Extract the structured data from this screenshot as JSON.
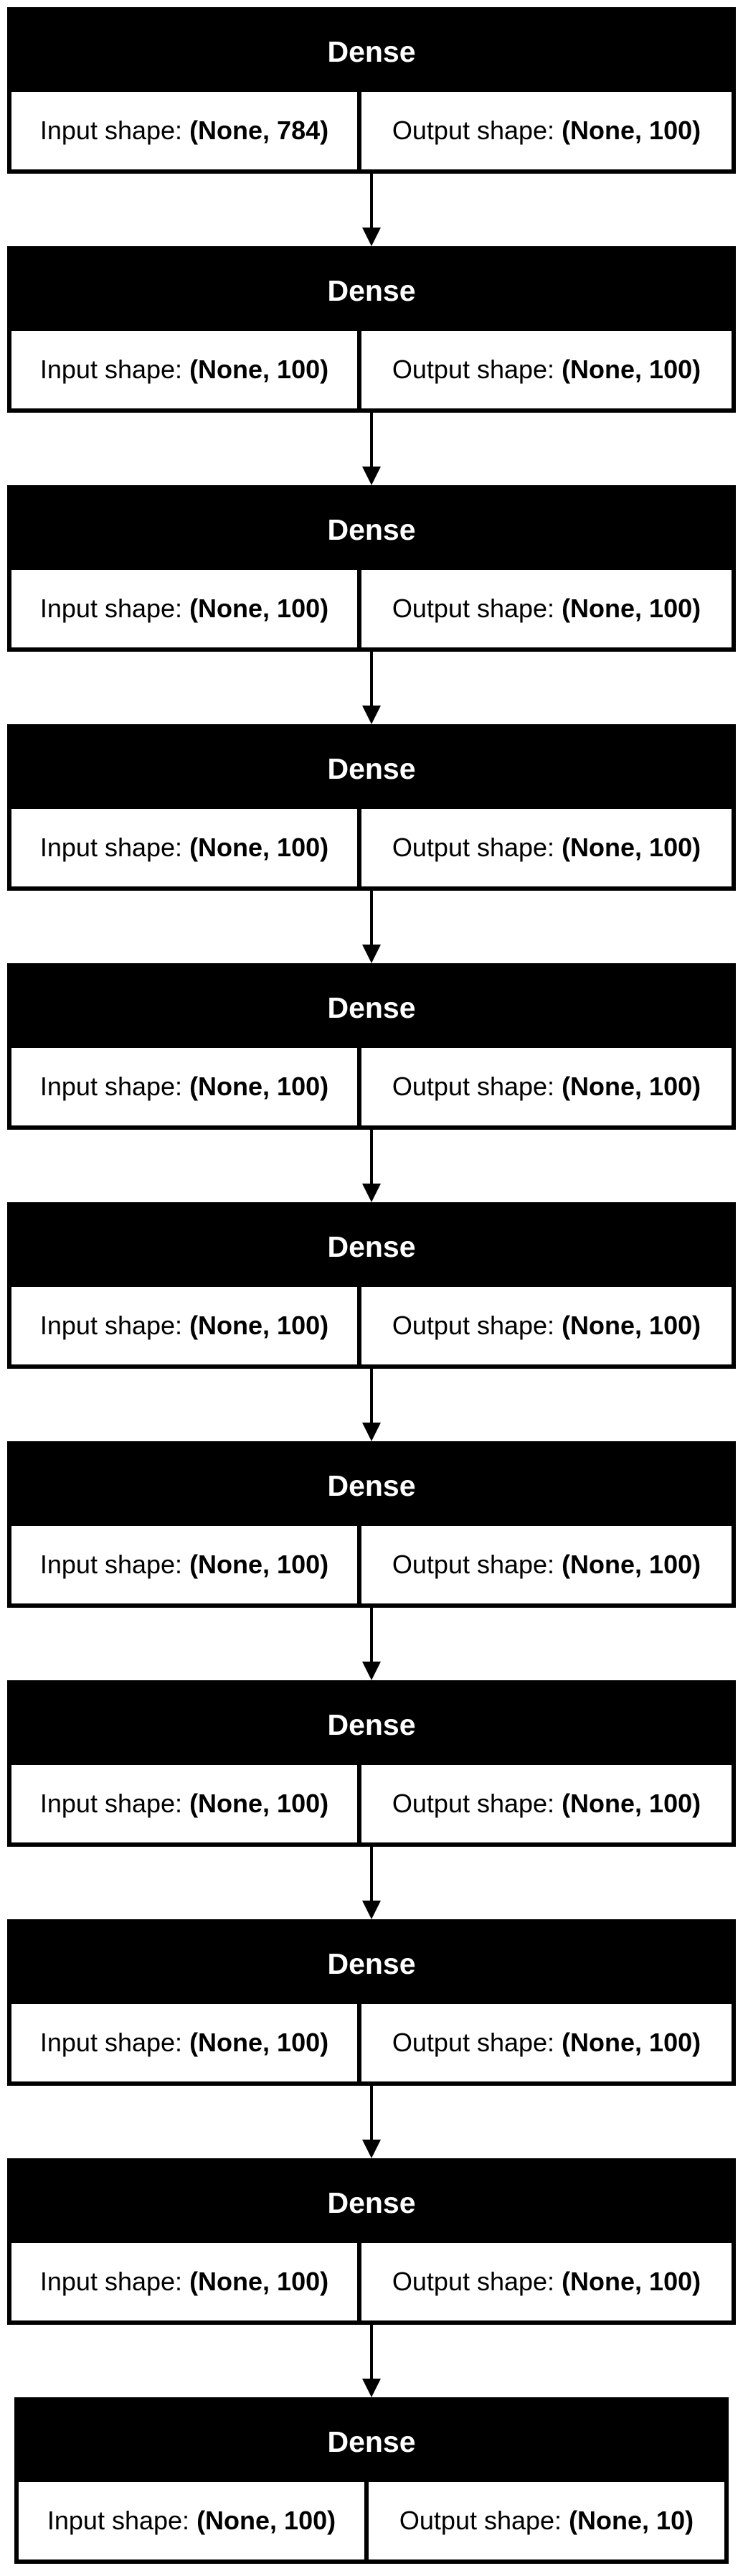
{
  "diagram": {
    "layers": [
      {
        "name": "Dense",
        "input_label": "Input shape:",
        "input_shape": "(None, 784)",
        "output_label": "Output shape:",
        "output_shape": "(None, 100)"
      },
      {
        "name": "Dense",
        "input_label": "Input shape:",
        "input_shape": "(None, 100)",
        "output_label": "Output shape:",
        "output_shape": "(None, 100)"
      },
      {
        "name": "Dense",
        "input_label": "Input shape:",
        "input_shape": "(None, 100)",
        "output_label": "Output shape:",
        "output_shape": "(None, 100)"
      },
      {
        "name": "Dense",
        "input_label": "Input shape:",
        "input_shape": "(None, 100)",
        "output_label": "Output shape:",
        "output_shape": "(None, 100)"
      },
      {
        "name": "Dense",
        "input_label": "Input shape:",
        "input_shape": "(None, 100)",
        "output_label": "Output shape:",
        "output_shape": "(None, 100)"
      },
      {
        "name": "Dense",
        "input_label": "Input shape:",
        "input_shape": "(None, 100)",
        "output_label": "Output shape:",
        "output_shape": "(None, 100)"
      },
      {
        "name": "Dense",
        "input_label": "Input shape:",
        "input_shape": "(None, 100)",
        "output_label": "Output shape:",
        "output_shape": "(None, 100)"
      },
      {
        "name": "Dense",
        "input_label": "Input shape:",
        "input_shape": "(None, 100)",
        "output_label": "Output shape:",
        "output_shape": "(None, 100)"
      },
      {
        "name": "Dense",
        "input_label": "Input shape:",
        "input_shape": "(None, 100)",
        "output_label": "Output shape:",
        "output_shape": "(None, 100)"
      },
      {
        "name": "Dense",
        "input_label": "Input shape:",
        "input_shape": "(None, 100)",
        "output_label": "Output shape:",
        "output_shape": "(None, 100)"
      },
      {
        "name": "Dense",
        "input_label": "Input shape:",
        "input_shape": "(None, 100)",
        "output_label": "Output shape:",
        "output_shape": "(None, 10)"
      }
    ],
    "colors": {
      "header_background": "#000000",
      "header_text": "#ffffff",
      "body_background": "#ffffff",
      "border": "#000000",
      "edge": "#000000"
    }
  }
}
